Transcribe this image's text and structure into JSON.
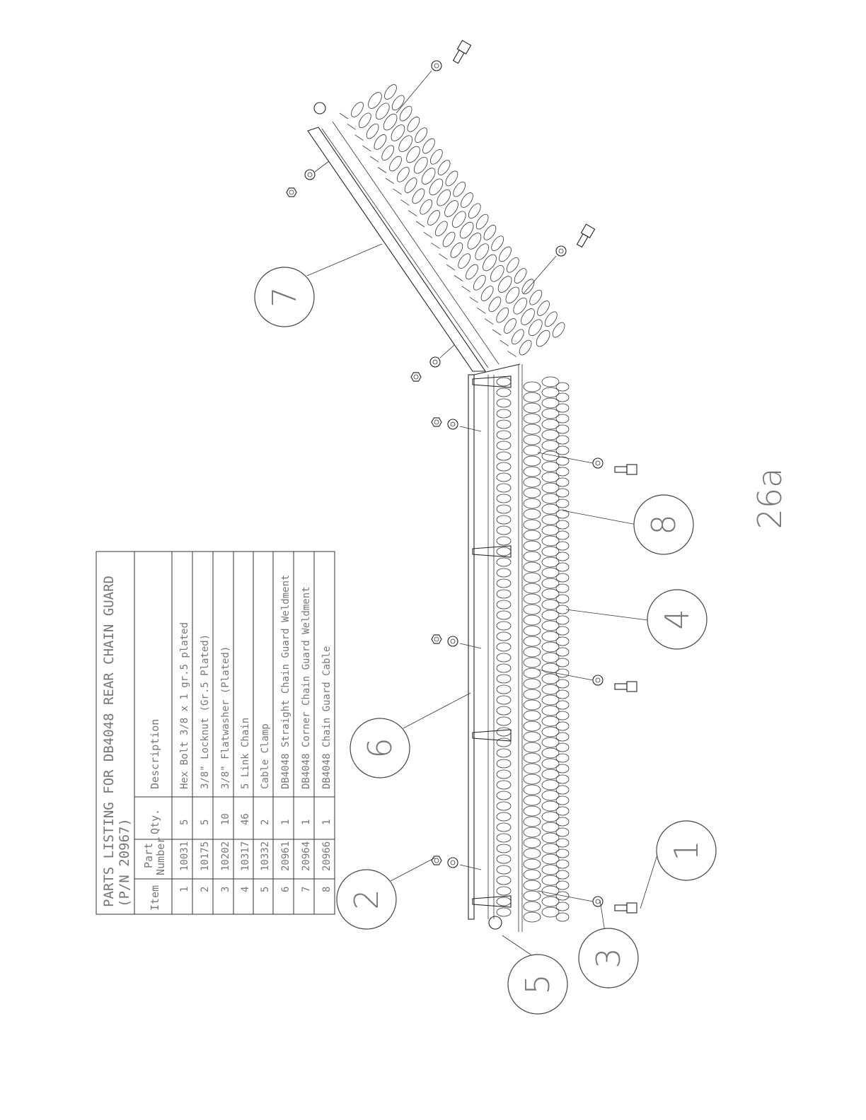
{
  "table": {
    "title": "PARTS LISTING FOR DB4048 REAR CHAIN GUARD",
    "subtitle": "(P/N 20967)",
    "headers": {
      "item": "Item",
      "part_line1": "Part",
      "part_line2": "Number",
      "qty": "Qty.",
      "desc": "Description"
    },
    "rows": [
      {
        "item": "1",
        "part": "10031",
        "qty": "5",
        "desc": "Hex Bolt 3/8 x 1 gr.5 plated"
      },
      {
        "item": "2",
        "part": "10175",
        "qty": "5",
        "desc": "3/8\" Locknut (Gr.5 Plated)"
      },
      {
        "item": "3",
        "part": "10202",
        "qty": "10",
        "desc": "3/8\" Flatwasher (Plated)"
      },
      {
        "item": "4",
        "part": "10317",
        "qty": "46",
        "desc": "5 Link Chain"
      },
      {
        "item": "5",
        "part": "10332",
        "qty": "2",
        "desc": "Cable Clamp"
      },
      {
        "item": "6",
        "part": "20961",
        "qty": "1",
        "desc": "DB4048 Straight Chain Guard Weldment"
      },
      {
        "item": "7",
        "part": "20964",
        "qty": "1",
        "desc": "DB4048 Corner Chain Guard Weldment"
      },
      {
        "item": "8",
        "part": "20966",
        "qty": "1",
        "desc": "DB4048 Chain Guard Cable"
      }
    ]
  },
  "callouts": [
    "1",
    "2",
    "3",
    "4",
    "5",
    "6",
    "7",
    "8"
  ],
  "page_number": "26a"
}
